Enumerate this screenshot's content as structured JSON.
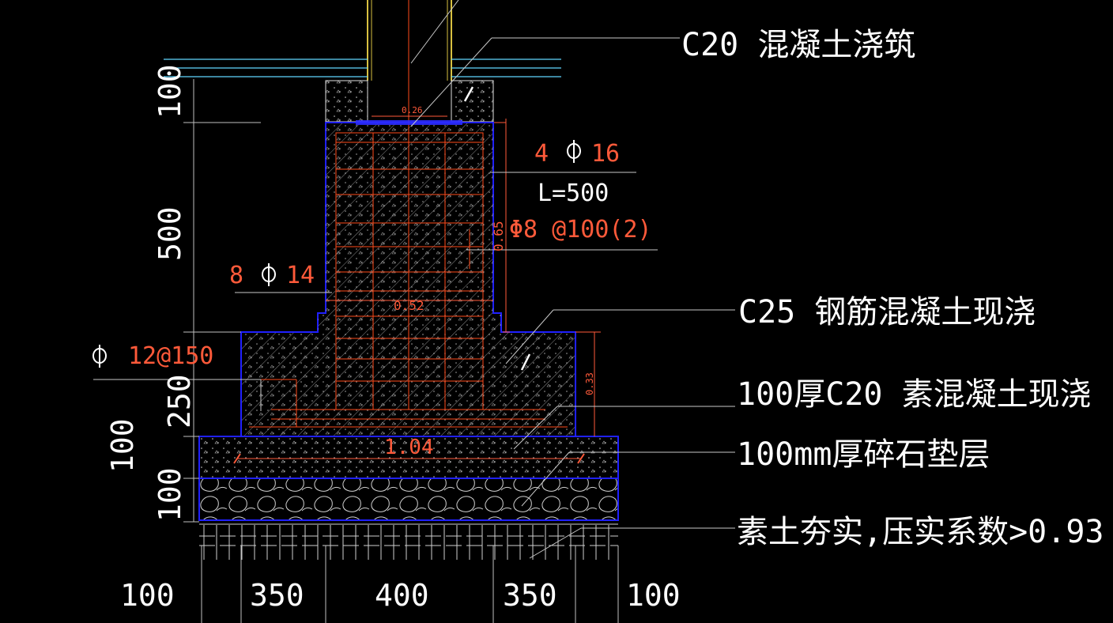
{
  "colors": {
    "background": "#000000",
    "outline": "#2020ff",
    "rebar": "#ff4a1a",
    "text": "#ffffff",
    "dim_red": "#ff5a3a",
    "cyan": "#5fd7ff",
    "leader": "#c8c8c8",
    "hatch": "#9a9a9a"
  },
  "annotations": {
    "c20_pour": "C20 混凝土浇筑",
    "c25_rc": "C25 钢筋混凝土现浇",
    "plain_c20": "100厚C20 素混凝土现浇",
    "gravel": "100mm厚碎石垫层",
    "soil": "素土夯实,压实系数>0.93"
  },
  "rebar_labels": {
    "top_bars_count": "4",
    "top_bars_dia": "16",
    "top_bars_len": "L=500",
    "stirrup": "Φ8 @100(2)",
    "side_bars_count": "8",
    "side_bars_dia": "14",
    "bottom_mesh_dia": "12@150",
    "phi_symbol": "Φ"
  },
  "small_dims": {
    "d026": "0.26",
    "d065": "0.65",
    "d052": "0.52",
    "d033": "0.33",
    "d104": "1.04"
  },
  "vertical_dims": [
    "100",
    "500",
    "250",
    "100",
    "100"
  ],
  "horizontal_dims": [
    "100",
    "350",
    "400",
    "350",
    "100"
  ]
}
